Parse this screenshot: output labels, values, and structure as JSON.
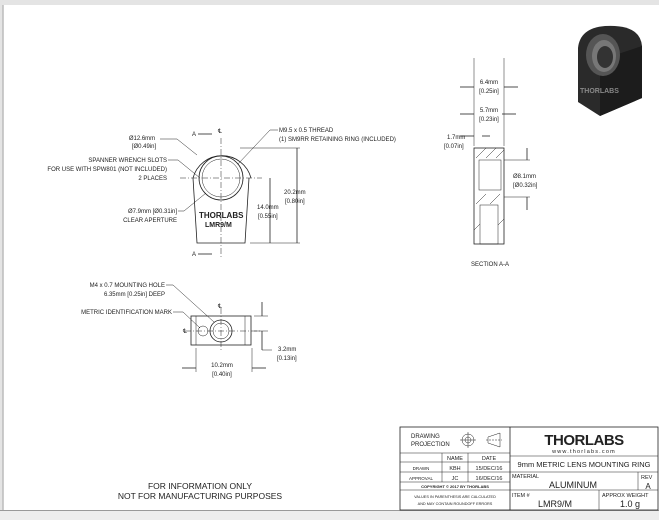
{
  "front_view": {
    "outer_dia": "Ø12.6mm",
    "outer_dia_in": "[Ø0.49in]",
    "spanner_line1": "SPANNER WRENCH SLOTS",
    "spanner_line2": "FOR USE WITH SPW801 (NOT INCLUDED)",
    "spanner_line3": "2 PLACES",
    "aperture": "Ø7.9mm [Ø0.31in]",
    "aperture_label": "CLEAR APERTURE",
    "thread_line1": "M9.5 x 0.5 THREAD",
    "thread_line2": "(1) SM9RR RETAINING RING (INCLUDED)",
    "height": "20.2mm",
    "height_in": "[0.80in]",
    "center_height": "14.0mm",
    "center_height_in": "[0.55in]",
    "section_mark": "A",
    "centerline_symbol": "℄",
    "engraving_brand": "THORLABS",
    "engraving_part": "LMR9/M"
  },
  "section_view": {
    "width": "6.4mm",
    "width_in": "[0.25in]",
    "inner_width": "5.7mm",
    "inner_width_in": "[0.23in]",
    "lip": "1.7mm",
    "lip_in": "[0.07in]",
    "bore": "Ø8.1mm",
    "bore_in": "[Ø0.32in]",
    "label": "SECTION A-A"
  },
  "bottom_view": {
    "hole_line1": "M4 x 0.7 MOUNTING HOLE",
    "hole_line2": "6.35mm [0.25in] DEEP",
    "metric_mark": "METRIC IDENTIFICATION MARK",
    "offset": "3.2mm",
    "offset_in": "[0.13in]",
    "width": "10.2mm",
    "width_in": "[0.40in]"
  },
  "disclaimer": {
    "line1": "FOR INFORMATION ONLY",
    "line2": "NOT FOR MANUFACTURING PURPOSES"
  },
  "title_block": {
    "projection_label_1": "DRAWING",
    "projection_label_2": "PROJECTION",
    "name_header": "NAME",
    "date_header": "DATE",
    "drawn_label": "DRAWN",
    "drawn_name": "KBH",
    "drawn_date": "15/DEC/16",
    "approval_label": "APPROVAL",
    "approval_name": "JC",
    "approval_date": "16/DEC/16",
    "copyright": "COPYRIGHT © 2017 BY THORLABS",
    "values_note_1": "VALUES IN PARENTHESIS ARE CALCULATED",
    "values_note_2": "AND MAY CONTAIN ROUNDOFF ERRORS",
    "logo": "THORLABS",
    "website": "www.thorlabs.com",
    "title": "9mm METRIC LENS MOUNTING RING",
    "material_label": "MATERIAL",
    "material": "ALUMINUM",
    "rev_label": "REV",
    "rev": "A",
    "item_label": "ITEM #",
    "item": "LMR9/M",
    "weight_label": "APPROX WEIGHT",
    "weight": "1.0 g"
  }
}
